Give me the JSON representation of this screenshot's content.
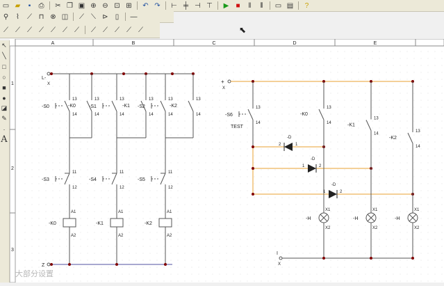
{
  "toolbar": {
    "row1": [
      "new-icon",
      "open-icon",
      "save-icon",
      "print-icon",
      "sep",
      "cut-icon",
      "copy-icon",
      "paste-icon",
      "zoom-in-icon",
      "zoom-out-icon",
      "zoom-fit-icon",
      "zoom-window-icon",
      "sep",
      "undo-icon",
      "redo-icon",
      "sep",
      "align-left-icon",
      "align-center-icon",
      "align-right-icon",
      "align-top-icon",
      "sep",
      "play-icon",
      "stop-icon",
      "pause-icon",
      "step-icon",
      "sep",
      "window-icon",
      "window-list-icon",
      "sep",
      "help-icon"
    ],
    "row2": [
      "pin-icon",
      "switch-icon",
      "contact-icon",
      "coil-icon",
      "lamp-icon",
      "relay-icon",
      "sep",
      "no-contact-icon",
      "nc-contact-icon",
      "diode-icon",
      "resistor-icon",
      "sep",
      "line-icon"
    ],
    "row3": [
      "contact-1-icon",
      "contact-2-icon",
      "contact-3-icon",
      "contact-4-icon",
      "contact-5-icon",
      "contact-6-icon",
      "contact-7-icon",
      "sep",
      "contact-8-icon",
      "contact-9-icon",
      "contact-10-icon",
      "contact-11-icon",
      "contact-12-icon"
    ]
  },
  "left_tools": [
    "pointer-icon",
    "line-tool-icon",
    "rect-tool-icon",
    "ellipse-tool-icon",
    "filled-rect-icon",
    "filled-ellipse-icon",
    "fill-icon",
    "pen-icon",
    "text-tool-icon"
  ],
  "left_tools_text": "A",
  "drawing": {
    "columns": [
      "A",
      "B",
      "C",
      "D",
      "E"
    ],
    "rows": [
      "1",
      "2",
      "3"
    ],
    "left_circuit": {
      "supply_pos": "L-",
      "supply_pos_sub": "X",
      "supply_neg": "Z",
      "switches": [
        {
          "name": "-S0",
          "t1": "13",
          "t2": "14"
        },
        {
          "name": "-S1",
          "t1": "13",
          "t2": "14"
        },
        {
          "name": "-S2",
          "t1": "13",
          "t2": "14"
        }
      ],
      "holding": [
        {
          "name": "-K0",
          "t1": "13",
          "t2": "14"
        },
        {
          "name": "-K1",
          "t1": "13",
          "t2": "14"
        },
        {
          "name": "-K2",
          "t1": "13",
          "t2": "14"
        }
      ],
      "stops": [
        {
          "name": "-S3",
          "t1": "11",
          "t2": "12"
        },
        {
          "name": "-S4",
          "t1": "11",
          "t2": "12"
        },
        {
          "name": "-S5",
          "t1": "11",
          "t2": "12"
        }
      ],
      "coils": [
        {
          "name": "-K0",
          "t1": "A1",
          "t2": "A2"
        },
        {
          "name": "-K1",
          "t1": "A1",
          "t2": "A2"
        },
        {
          "name": "-K2",
          "t1": "A1",
          "t2": "A2"
        }
      ]
    },
    "right_circuit": {
      "supply_pos": "+",
      "supply_pos_sub": "X",
      "supply_neg": "I",
      "supply_neg_sub": "X",
      "test_switch": {
        "name": "-S6",
        "t1": "13",
        "t2": "14",
        "caption": "TEST"
      },
      "contacts": [
        {
          "name": "-K0",
          "t1": "13",
          "t2": "14"
        },
        {
          "name": "-K1",
          "t1": "13",
          "t2": "14"
        },
        {
          "name": "-K2",
          "t1": "13",
          "t2": "14"
        }
      ],
      "diodes": [
        {
          "name": "-D",
          "t1": "2",
          "t2": "1"
        },
        {
          "name": "-D",
          "t1": "1",
          "t2": "2"
        },
        {
          "name": "-D",
          "t1": "1",
          "t2": "2"
        }
      ],
      "lamps": [
        {
          "name": "-H",
          "t1": "X1",
          "t2": "X2"
        },
        {
          "name": "-H",
          "t1": "X1",
          "t2": "X2"
        },
        {
          "name": "-H",
          "t1": "X1",
          "t2": "X2"
        }
      ]
    }
  },
  "watermark": "大部分设置",
  "colors": {
    "wire": "#555555",
    "highlight": "#e8a030",
    "node": "#800000",
    "paper": "#ffffff",
    "grid_dot": "#d4d4d4"
  }
}
